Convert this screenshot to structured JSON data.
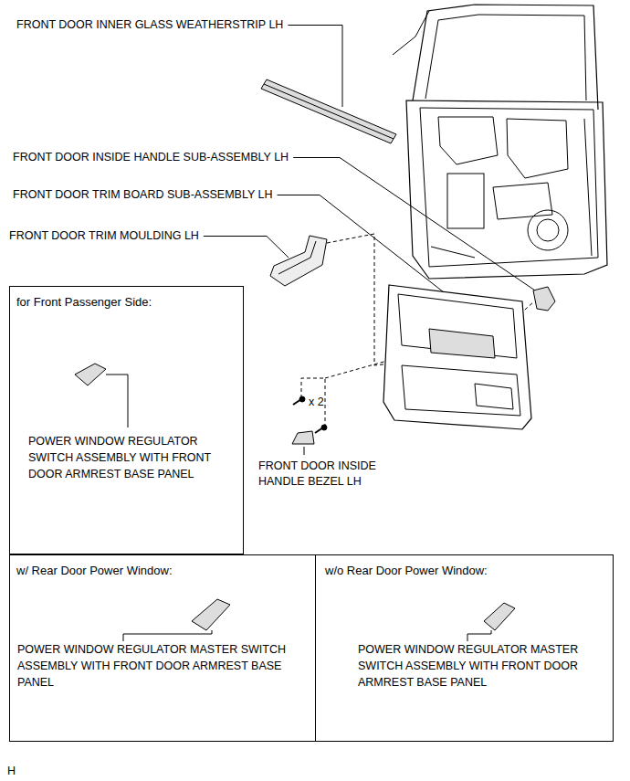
{
  "diagram": {
    "nodes": [
      {
        "text": [
          "for Front Passenger Side:",
          "POWER WINDOW REGULATOR SWITCH ASSEMBLY WITH FRONT DOOR ARMREST BASE PANEL"
        ]
      },
      {
        "text": [
          "w/ Rear Door Power Window:",
          "POWER WINDOW REGULATOR MASTER SWITCH ASSEMBLY WITH FRONT DOOR ARMREST BASE PANEL"
        ]
      },
      {
        "text": [
          "w/o Rear Door Power Window:",
          "POWER WINDOW REGULATOR MASTER SWITCH ASSEMBLY WITH FRONT DOOR ARMREST BASE PANEL"
        ]
      }
    ],
    "labels": [
      "FRONT DOOR INNER GLASS WEATHERSTRIP LH",
      "FRONT DOOR INSIDE HANDLE SUB-ASSEMBLY LH",
      "FRONT DOOR TRIM BOARD SUB-ASSEMBLY LH",
      "FRONT DOOR TRIM MOULDING LH",
      "x 2",
      "FRONT DOOR INSIDE HANDLE BEZEL LH",
      "H"
    ]
  }
}
